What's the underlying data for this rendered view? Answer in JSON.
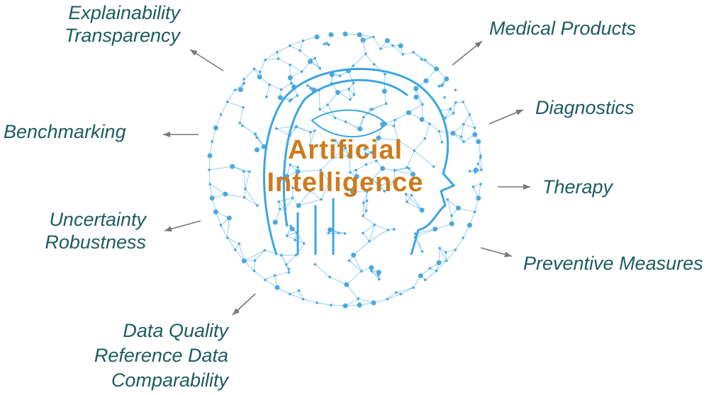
{
  "center": {
    "line1": "Artificial",
    "line2": "Intelligence"
  },
  "labels_left": [
    {
      "lines": [
        "Explainability",
        "Transparency"
      ]
    },
    {
      "lines": [
        "Benchmarking"
      ]
    },
    {
      "lines": [
        "Uncertainty",
        "Robustness"
      ]
    },
    {
      "lines": [
        "Data Quality",
        "Reference Data",
        "Comparability"
      ]
    }
  ],
  "labels_right": [
    {
      "lines": [
        "Medical Products"
      ]
    },
    {
      "lines": [
        "Diagnostics"
      ]
    },
    {
      "lines": [
        "Therapy"
      ]
    },
    {
      "lines": [
        "Preventive Measures"
      ]
    }
  ],
  "colors": {
    "label": "#1d5c5e",
    "center_text": "#cf7a1c",
    "network": "#3fa9e0",
    "arrow": "#777777"
  }
}
